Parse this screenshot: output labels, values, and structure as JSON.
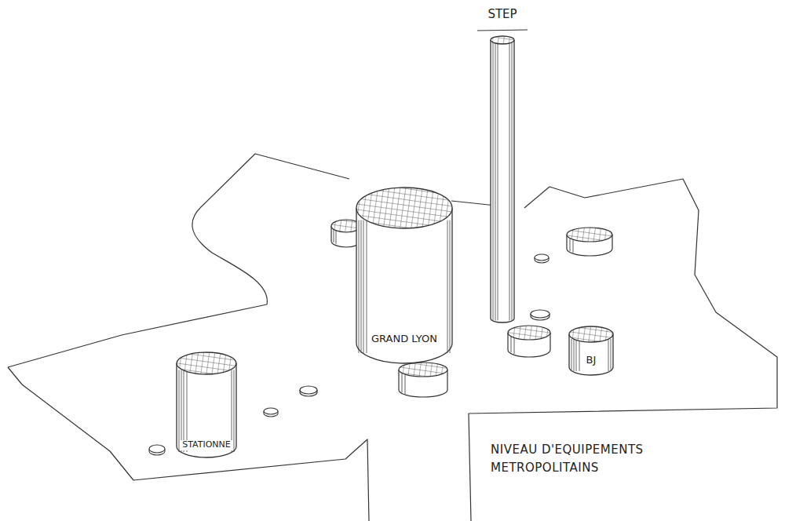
{
  "diagram": {
    "nodes": [
      {
        "text": [
          "STEP"
        ]
      },
      {
        "text": [
          "GRAND LYON"
        ]
      },
      {
        "text": [
          "STATIONNE"
        ]
      },
      {
        "text": [
          "BJ"
        ]
      }
    ],
    "labels": [
      "NIVEAU D'EQUIPEMENTS METROPOLITAINS"
    ]
  }
}
